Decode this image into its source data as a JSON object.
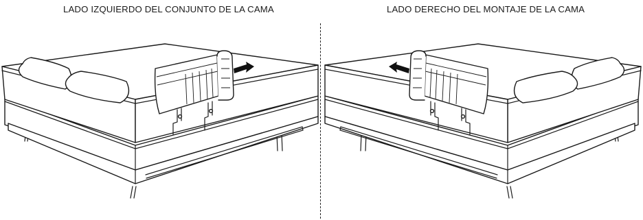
{
  "captions": {
    "left": "LADO IZQUIERDO DEL CONJUNTO DE LA CAMA",
    "right": "LADO DERECHO DEL MONTAJE DE LA CAMA"
  },
  "arrows": {
    "left_panel": "right",
    "right_panel": "left"
  },
  "colors": {
    "line": "#1a1a1a",
    "background": "#ffffff"
  }
}
